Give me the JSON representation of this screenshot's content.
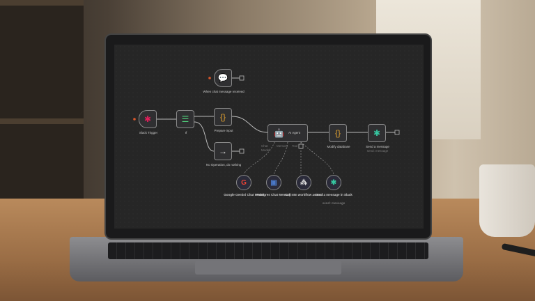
{
  "workflow": {
    "nodes": {
      "chat_trigger": {
        "label": "When chat message received",
        "icon": "chat-icon"
      },
      "slack_trigger": {
        "label": "Slack Trigger",
        "icon": "slack-icon"
      },
      "if": {
        "label": "If",
        "icon": "filter-icon"
      },
      "prepare": {
        "label": "Prepare input",
        "icon": "code-braces-icon"
      },
      "noop": {
        "label": "No Operation, do nothing",
        "icon": "arrow-right-icon"
      },
      "agent": {
        "label": "AI Agent",
        "icon": "robot-icon",
        "ports": [
          "Chat Model",
          "Memory",
          "Tool"
        ]
      },
      "modify": {
        "label": "Modify database",
        "icon": "code-braces-icon"
      },
      "send": {
        "label": "Send a message",
        "sublabel": "send: message",
        "icon": "slack-icon"
      }
    },
    "subnodes": [
      {
        "label": "Google Gemini Chat Model",
        "icon": "google-icon",
        "glyph": "G",
        "color": "#ea4335"
      },
      {
        "label": "Postgres Chat Memory",
        "icon": "database-icon",
        "glyph": "▣",
        "color": "#4a78c8"
      },
      {
        "label": "Call n8n workflow as tool",
        "icon": "workflow-icon",
        "glyph": "⁂",
        "color": "#ddd"
      },
      {
        "label": "Send a message in Slack",
        "sublabel": "send: message",
        "icon": "slack-icon",
        "glyph": "✱",
        "color": "#36c5a0"
      }
    ]
  },
  "colors": {
    "trigger_dot": "#d9572b",
    "code": "#e0a030",
    "filter": "#4fcf7a"
  }
}
